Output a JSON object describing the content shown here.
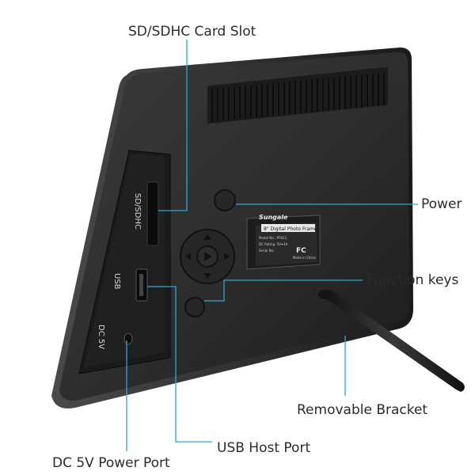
{
  "callouts": {
    "sd_slot": "SD/SDHC Card Slot",
    "power": "Power",
    "function_keys": "Function keys",
    "bracket": "Removable Bracket",
    "usb_host": "USB Host Port",
    "dc_power": "DC 5V Power Port"
  },
  "port_labels": {
    "sd": "SD/SDHC",
    "usb": "USB",
    "dc": "DC 5V"
  },
  "sticker": {
    "brand": "Sungale",
    "product": "8\" Digital Photo Frame",
    "model": "Model No.: PF823",
    "rating": "DC Rating: 5V⎓1A",
    "serial": "Serial No.:",
    "origin": "Made in China",
    "fcc": "FC"
  },
  "colors": {
    "leader_line": "#29a9cf",
    "frame_body": "#2c2c2c",
    "frame_edge": "#111111"
  }
}
